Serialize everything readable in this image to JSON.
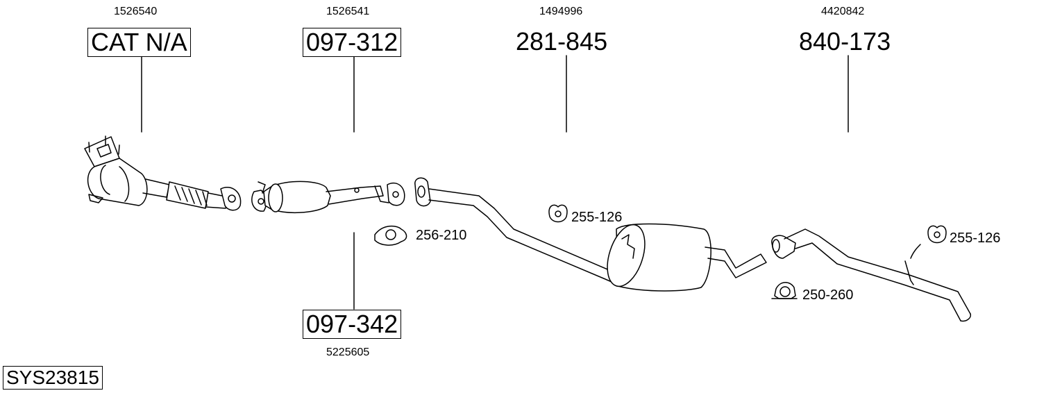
{
  "system_code": "SYS23815",
  "callouts": [
    {
      "oem": "1526540",
      "part": "CAT N/A"
    },
    {
      "oem": "1526541",
      "part": "097-312"
    },
    {
      "oem": "1494996",
      "part": "281-845"
    },
    {
      "oem": "4420842",
      "part": "840-173"
    },
    {
      "oem": "5225605",
      "part": "097-342"
    }
  ],
  "small_parts": [
    {
      "part": "256-210",
      "icon": "gasket-icon"
    },
    {
      "part": "255-126",
      "icon": "rubber-hanger-icon"
    },
    {
      "part": "255-126",
      "icon": "rubber-hanger-icon"
    },
    {
      "part": "250-260",
      "icon": "pipe-clamp-icon"
    }
  ],
  "colors": {
    "line": "#000000",
    "background": "#ffffff",
    "part_fill": "#ffffff"
  }
}
